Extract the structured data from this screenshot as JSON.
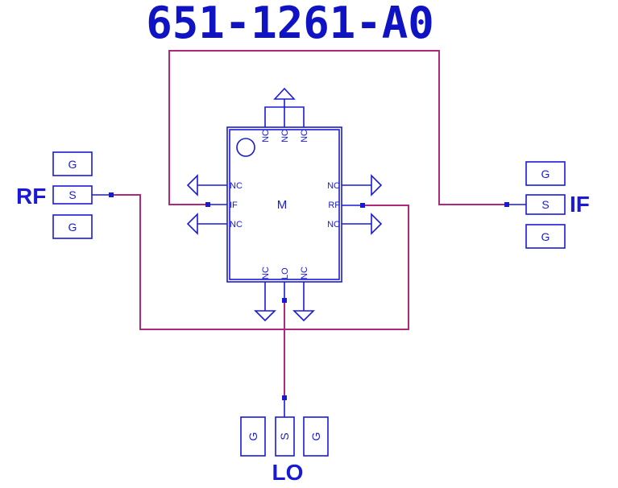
{
  "title": "651-1261-A0",
  "chip": {
    "label": "M",
    "pins_top": [
      "NC",
      "NC",
      "NC"
    ],
    "pins_bottom": [
      "NC",
      "LO",
      "NC"
    ],
    "pins_left": [
      "NC",
      "IF",
      "NC"
    ],
    "pins_right": [
      "NC",
      "RF",
      "NC"
    ]
  },
  "ports": {
    "rf": {
      "label": "RF",
      "pads": [
        "G",
        "S",
        "G"
      ]
    },
    "if": {
      "label": "IF",
      "pads": [
        "G",
        "S",
        "G"
      ]
    },
    "lo": {
      "label": "LO",
      "pads": [
        "G",
        "S",
        "G"
      ]
    }
  },
  "colors": {
    "component": "#1a1ad6",
    "wire": "#b0287e",
    "title": "#0f13c4"
  }
}
